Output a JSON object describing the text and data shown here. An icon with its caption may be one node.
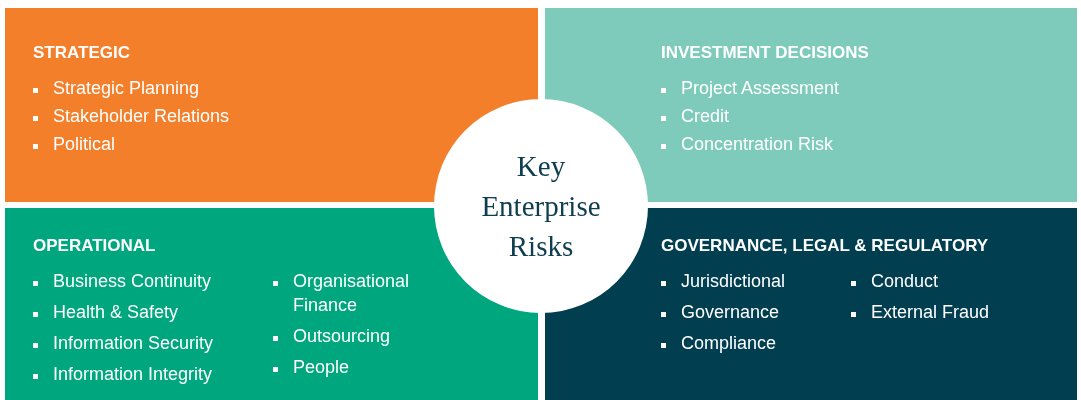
{
  "diagram": {
    "nodes": [
      {
        "text": [
          "STRATEGIC",
          "Strategic Planning",
          "Stakeholder Relations",
          "Political"
        ]
      },
      {
        "text": [
          "INVESTMENT DECISIONS",
          "Project Assessment",
          "Credit",
          "Concentration Risk"
        ]
      },
      {
        "text": [
          "Key Enterprise Risks"
        ]
      },
      {
        "text": [
          "OPERATIONAL",
          "Business Continuity",
          "Health & Safety",
          "Information Security",
          "Information Integrity",
          "Organisational Finance",
          "Outsourcing",
          "People"
        ]
      },
      {
        "text": [
          "GOVERNANCE, LEGAL & REGULATORY",
          "Jurisdictional",
          "Governance",
          "Compliance",
          "Conduct",
          "External Fraud"
        ]
      }
    ]
  }
}
